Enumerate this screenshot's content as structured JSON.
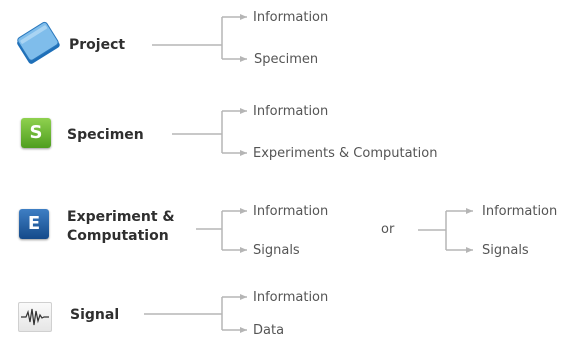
{
  "colors": {
    "line": "#b5b5b5",
    "label": "#2f2f2f",
    "branch": "#555555",
    "specimen_badge": "#5fae2a",
    "experiment_badge": "#1f5aa0"
  },
  "rows": [
    {
      "icon": "notebook-icon",
      "label": "Project",
      "branches": [
        "Information",
        "Specimen"
      ]
    },
    {
      "icon": "s-badge-icon",
      "badge_letter": "S",
      "label": "Specimen",
      "branches": [
        "Information",
        "Experiments & Computation"
      ]
    },
    {
      "icon": "e-badge-icon",
      "badge_letter": "E",
      "label_line1": "Experiment &",
      "label_line2": "Computation",
      "branches": [
        "Information",
        "Signals"
      ],
      "or_text": "or",
      "alt_branches": [
        "Information",
        "Signals"
      ]
    },
    {
      "icon": "waveform-icon",
      "label": "Signal",
      "branches": [
        "Information",
        "Data"
      ]
    }
  ]
}
